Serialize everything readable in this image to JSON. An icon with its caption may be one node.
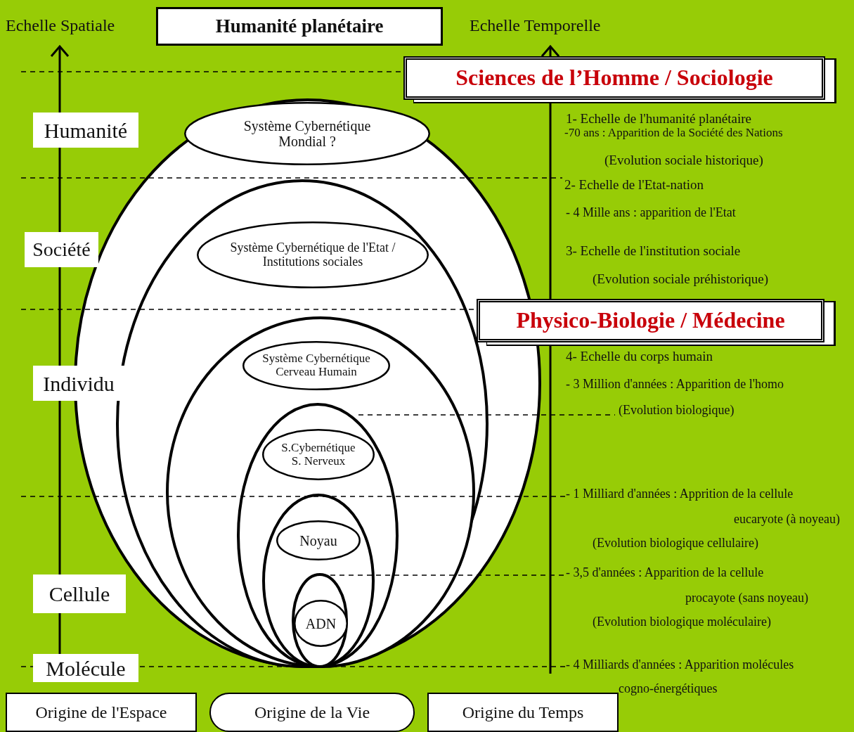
{
  "diagram": {
    "nodes": [
      {
        "text": [
          "Humanité planétaire"
        ]
      },
      {
        "text": [
          "Sciences de l’Homme / Sociologie"
        ]
      },
      {
        "text": [
          "Physico-Biologie / Médecine"
        ]
      },
      {
        "text": [
          "Humanité"
        ]
      },
      {
        "text": [
          "Société"
        ]
      },
      {
        "text": [
          "Individu"
        ]
      },
      {
        "text": [
          "Cellule"
        ]
      },
      {
        "text": [
          "Molécule"
        ]
      },
      {
        "text": [],
        "shape": "ellipse"
      },
      {
        "text": [
          "Système Cybernétique Mondial ?"
        ],
        "in": 8
      },
      {
        "text": [],
        "shape": "ellipse",
        "in": 8
      },
      {
        "text": [
          "Système Cybernétique de l'Etat / Institutions sociales"
        ],
        "in": 10
      },
      {
        "text": [],
        "shape": "ellipse",
        "in": 10
      },
      {
        "text": [
          "Système Cybernétique Cerveau Humain"
        ],
        "in": 12
      },
      {
        "text": [],
        "shape": "ellipse",
        "in": 12
      },
      {
        "text": [
          "S.Cybernétique S. Nerveux"
        ],
        "in": 14
      },
      {
        "text": [],
        "shape": "ellipse",
        "in": 14
      },
      {
        "text": [
          "Noyau"
        ],
        "in": 16
      },
      {
        "text": [],
        "shape": "ellipse",
        "in": 16
      },
      {
        "text": [
          "ADN"
        ],
        "in": 18
      },
      {
        "text": [
          "Origine de l'Espace"
        ]
      },
      {
        "text": [
          "Origine de la Vie"
        ]
      },
      {
        "text": [
          "Origine du Temps"
        ]
      }
    ],
    "labels": [
      "Echelle Spatiale",
      "Echelle Temporelle",
      "1- Echelle de l'humanité planétaire",
      "-70 ans : Apparition de la Société des Nations",
      "(Evolution sociale historique)",
      "2- Echelle de l'Etat-nation",
      "- 4 Mille ans : apparition de l'Etat",
      "3- Echelle de l'institution sociale",
      "(Evolution sociale préhistorique)",
      "4- Echelle du corps humain",
      "- 3 Million d'années : Apparition de l'homo",
      "(Evolution biologique)",
      "- 1 Milliard d'années : Apprition de la cellule eucaryote (à noyeau)",
      "(Evolution biologique cellulaire)",
      "- 3,5 d'années : Apparition de la cellule procayote (sans noyeau)",
      "(Evolution biologique moléculaire)",
      "- 4 Milliards d'années : Apparition molécules cogno-énergétiques"
    ]
  }
}
